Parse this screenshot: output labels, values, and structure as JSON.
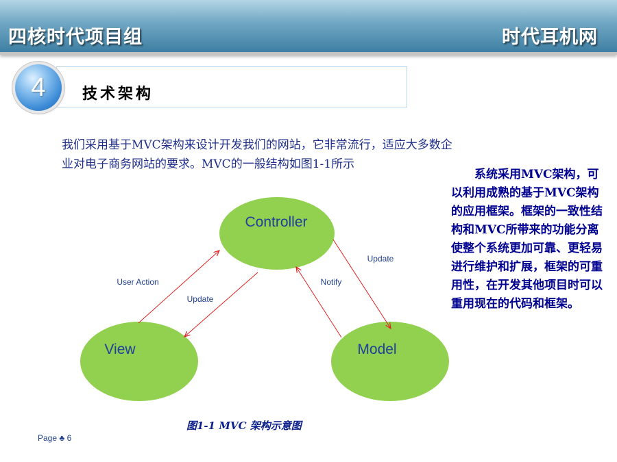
{
  "header": {
    "left_title": "四核时代项目组",
    "right_title": "时代耳机网"
  },
  "section": {
    "number": "4",
    "title": "技术架构"
  },
  "intro_text": "我们采用基于MVC架构来设计开发我们的网站，它非常流行，适应大多数企业对电子商务网站的要求。MVC的一般结构如图1-1所示",
  "side_text": "系统采用MVC架构，可以利用成熟的基于MVC架构的应用框架。框架的一致性结构和MVC所带来的功能分离使整个系统更加可靠、更轻易进行维护和扩展，框架的可重用性，在开发其他项目时可以重用现在的代码和框架。",
  "diagram": {
    "nodes": {
      "controller": "Controller",
      "view": "View",
      "model": "Model"
    },
    "edges": {
      "user_action": "User Action",
      "update_view": "Update",
      "update_model": "Update",
      "notify": "Notify"
    },
    "node_color": "#92d050",
    "arrow_color": "#e02020"
  },
  "caption": "图1-1 MVC 架构示意图",
  "footer": {
    "page_label": "Page",
    "club_symbol": "♣",
    "page_number": "6"
  }
}
